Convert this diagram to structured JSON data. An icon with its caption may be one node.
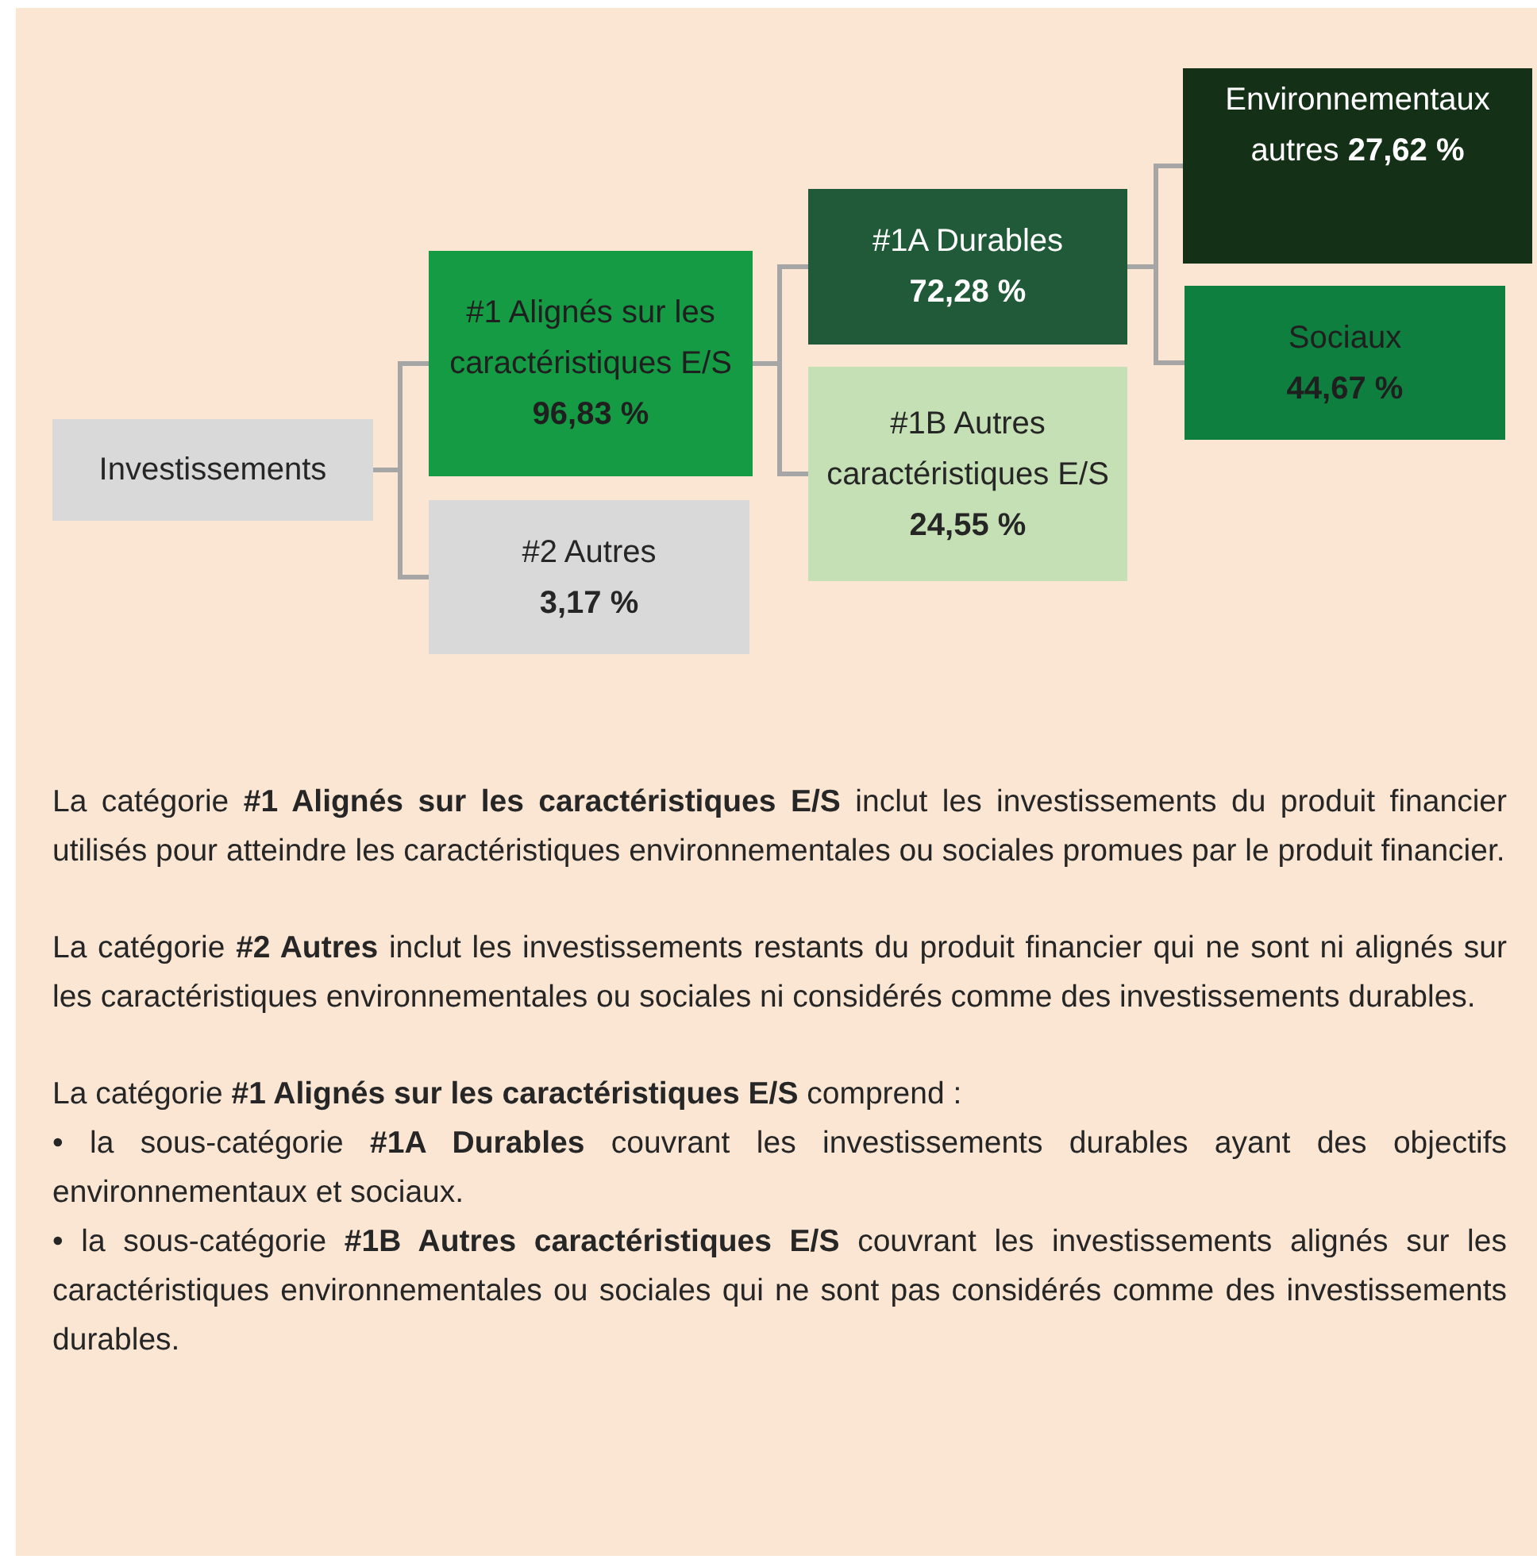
{
  "diagram": {
    "nodes": [
      {
        "text": [
          "Investissements"
        ]
      },
      {
        "text": [
          "#1 Alignés sur les caractéristiques E/S",
          "96,83 %"
        ]
      },
      {
        "text": [
          "#2 Autres",
          "3,17 %"
        ]
      },
      {
        "text": [
          "#1A Durables",
          "72,28 %"
        ]
      },
      {
        "text": [
          "#1B Autres caractéristiques E/S",
          "24,55 %"
        ]
      },
      {
        "text": [
          "Environnementaux autres **27,62 %**"
        ]
      },
      {
        "text": [
          "Sociaux",
          "44,67 %"
        ]
      }
    ],
    "edges": [
      {
        "from": 0,
        "to": 1,
        "arrow": "none"
      },
      {
        "from": 0,
        "to": 2,
        "arrow": "none"
      },
      {
        "from": 1,
        "to": 3,
        "arrow": "none"
      },
      {
        "from": 1,
        "to": 4,
        "arrow": "none"
      },
      {
        "from": 3,
        "to": 5,
        "arrow": "none"
      },
      {
        "from": 3,
        "to": 6,
        "arrow": "none"
      }
    ],
    "labels": [
      "La catégorie **#1 Alignés sur les caractéristiques E/S** inclut les investissements du produit financier utilisés pour atteindre les caractéristiques environnementales ou sociales promues par le produit financier.",
      "La catégorie **#2 Autres** inclut les investissements restants du produit financier qui ne sont ni alignés sur les caractéristiques environnementales ou sociales ni considérés comme des investissements durables.",
      "La catégorie **#1 Alignés sur les caractéristiques E/S** comprend :",
      "•      la sous-catégorie **#1A Durables** couvrant les investissements durables ayant des objectifs environnementaux et sociaux.",
      "•      la sous-catégorie **#1B Autres caractéristiques E/S** couvrant les investissements alignés sur les caractéristiques environnementales ou sociales qui ne sont pas considérés comme des investissements durables."
    ]
  }
}
